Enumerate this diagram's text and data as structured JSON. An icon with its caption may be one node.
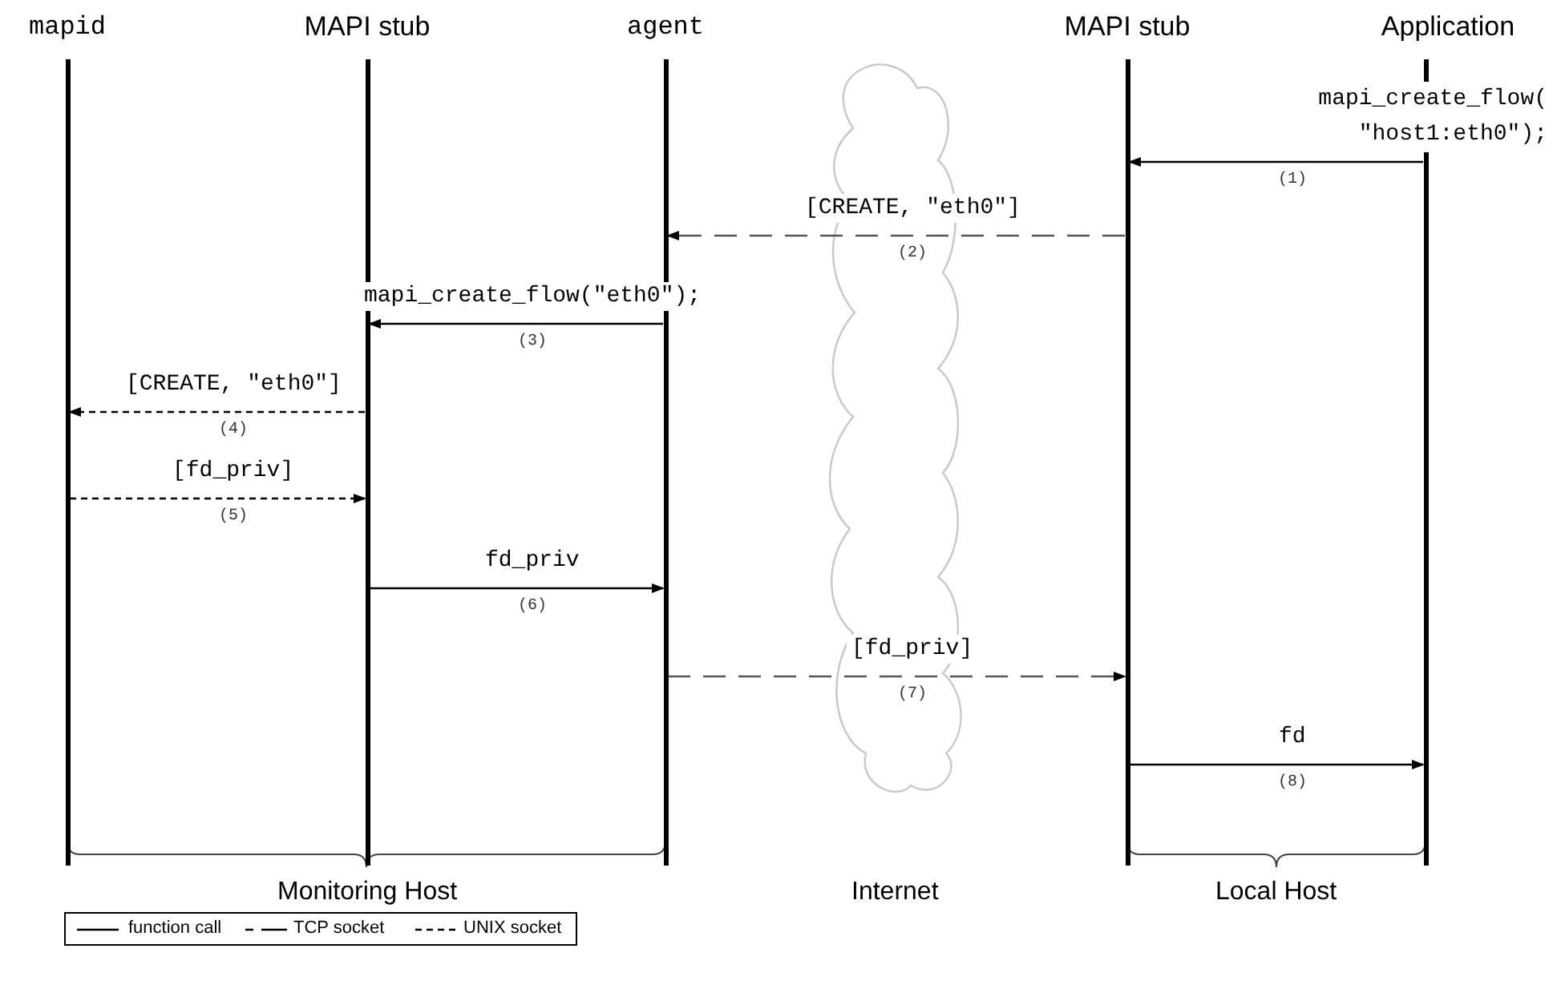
{
  "diagram": {
    "nodes": [
      {
        "text": [
          "mapid"
        ]
      },
      {
        "text": [
          "MAPI stub"
        ]
      },
      {
        "text": [
          "agent"
        ]
      },
      {
        "text": [
          "MAPI stub"
        ]
      },
      {
        "text": [
          "Application"
        ]
      }
    ],
    "edges": [
      {
        "from": 4,
        "to": 3,
        "arrow": "to",
        "label": "mapi_create_flow( \"host1:eth0\");"
      },
      {
        "from": 3,
        "to": 2,
        "arrow": "to",
        "label": "[CREATE, \"eth0\"]",
        "style": "dashed",
        "color": "#555555"
      },
      {
        "from": 2,
        "to": 1,
        "arrow": "to",
        "label": "mapi_create_flow(\"eth0\");"
      },
      {
        "from": 1,
        "to": 0,
        "arrow": "to",
        "label": "[CREATE, \"eth0\"]",
        "style": "dashed"
      },
      {
        "from": 0,
        "to": 1,
        "arrow": "to",
        "label": "[fd_priv]",
        "style": "dashed"
      },
      {
        "from": 1,
        "to": 2,
        "arrow": "to",
        "label": "fd_priv"
      },
      {
        "from": 2,
        "to": 3,
        "arrow": "to",
        "label": "[fd_priv]",
        "style": "dashed",
        "color": "#555555"
      },
      {
        "from": 3,
        "to": 4,
        "arrow": "to",
        "label": "fd"
      }
    ],
    "labels": [
      "(1)",
      "(2)",
      "(3)",
      "(4)",
      "(5)",
      "(6)",
      "(7)",
      "(8)",
      "Monitoring Host",
      "Internet",
      "Local Host"
    ],
    "legend": [
      {
        "text": "function call"
      },
      {
        "text": "TCP socket"
      },
      {
        "text": "UNIX socket"
      }
    ]
  }
}
